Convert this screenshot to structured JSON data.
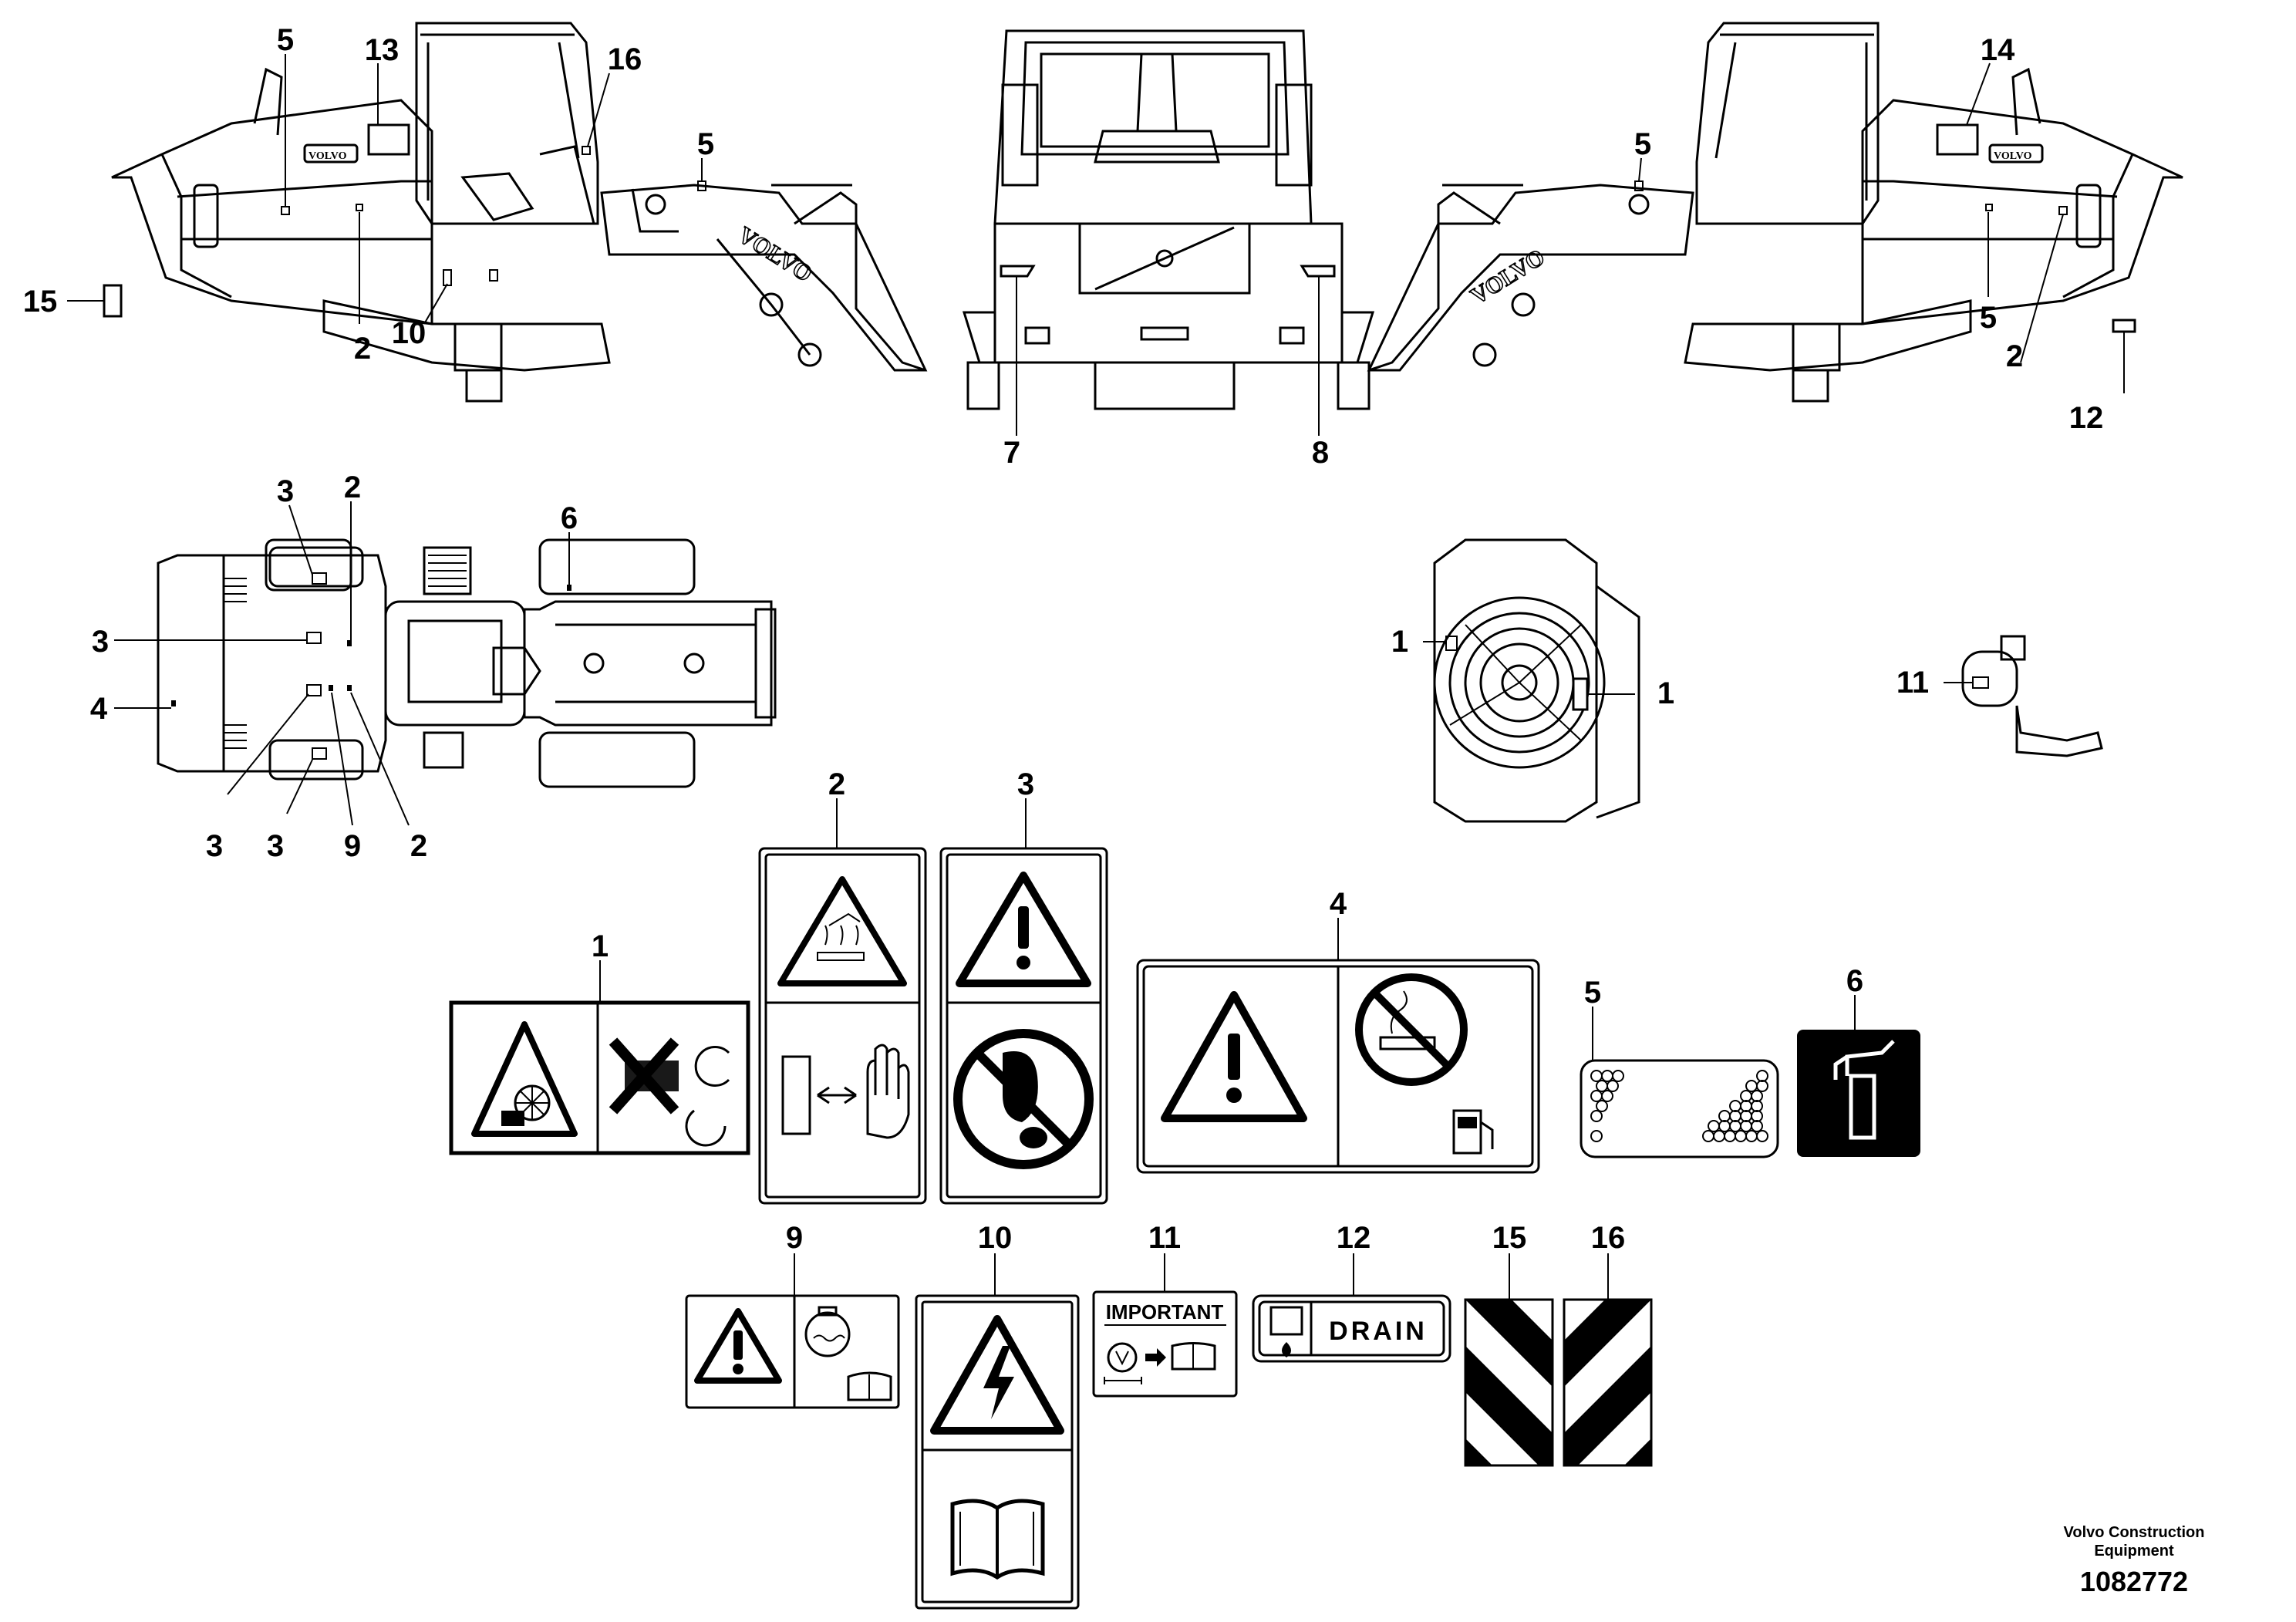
{
  "callouts": {
    "c1": "1",
    "c2": "2",
    "c3": "3",
    "c4": "4",
    "c5": "5",
    "c6": "6",
    "c7": "7",
    "c8": "8",
    "c9": "9",
    "c10": "10",
    "c11": "11",
    "c12": "12",
    "c13": "13",
    "c14": "14",
    "c15": "15",
    "c16": "16"
  },
  "decal_text": {
    "important": "IMPORTANT",
    "drain": "DRAIN"
  },
  "credit": {
    "line1": "Volvo Construction",
    "line2": "Equipment",
    "part_number": "1082772"
  }
}
